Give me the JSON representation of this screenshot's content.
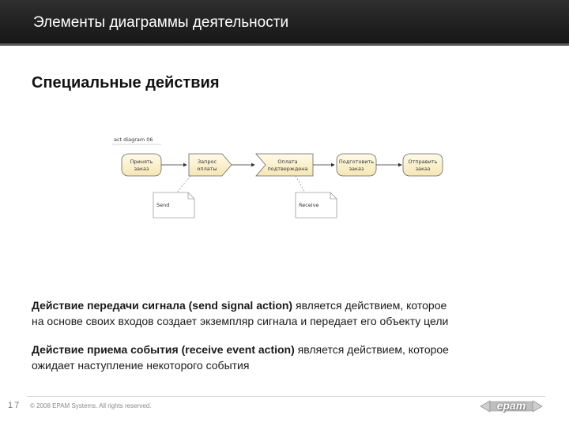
{
  "header": {
    "title": "Элементы диаграммы деятельности"
  },
  "section": {
    "title": "Специальные действия"
  },
  "diagram": {
    "frame_label": "act diagram 06",
    "nodes": [
      {
        "id": "receive-order",
        "line1": "Принять",
        "line2": "заказ"
      },
      {
        "id": "payment-request",
        "line1": "Запрос",
        "line2": "оплаты"
      },
      {
        "id": "payment-confirmed",
        "line1": "Оплата",
        "line2": "подтверждена"
      },
      {
        "id": "prepare-order",
        "line1": "Подготовить",
        "line2": "заказ"
      },
      {
        "id": "send-order",
        "line1": "Отправить",
        "line2": "заказ"
      }
    ],
    "notes": [
      {
        "id": "send-note",
        "text": "Send"
      },
      {
        "id": "receive-note",
        "text": "Receive"
      }
    ]
  },
  "paragraphs": [
    {
      "term": "Действие передачи сигнала (send signal action)",
      "line1_rest": "  является действием, которое",
      "line2": "на основе своих входов создает экземпляр сигнала и передает его объекту цели"
    },
    {
      "term": "Действие приема события (receive event action)",
      "line1_rest": " является действием, которое",
      "line2": "ожидает наступление некоторого события"
    }
  ],
  "footer": {
    "page_number": "17",
    "copyright": "© 2008  EPAM Systems. All rights reserved.",
    "logo": "epam"
  },
  "colors": {
    "header_bg": "#1e1e1e",
    "node_fill": "#fdf3d0",
    "node_stroke": "#555555"
  }
}
